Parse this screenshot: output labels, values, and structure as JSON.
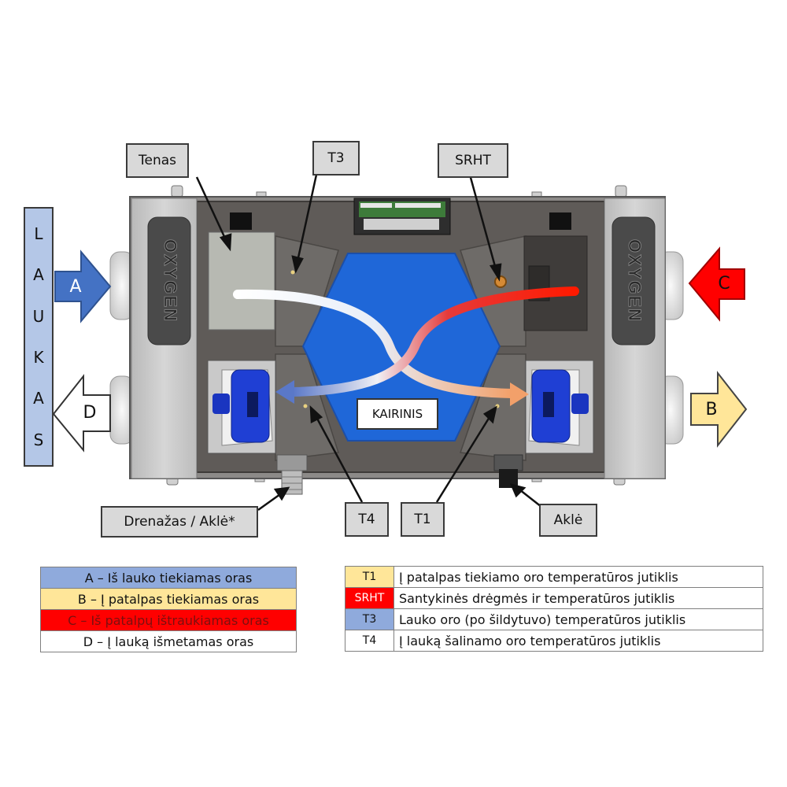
{
  "callouts": {
    "tenas": "Tenas",
    "t3": "T3",
    "srht": "SRHT",
    "drenazas": "Drenažas / Aklė*",
    "t4": "T4",
    "t1": "T1",
    "akle": "Aklė"
  },
  "laukas_letters": [
    "L",
    "A",
    "U",
    "K",
    "A",
    "S"
  ],
  "brand_text": "OXYGEN",
  "center_label": "KAIRINIS",
  "arrows": {
    "A": {
      "letter": "A",
      "color": "#4472c4"
    },
    "B": {
      "letter": "B",
      "color": "#ffe699"
    },
    "C": {
      "letter": "C",
      "color": "#ff0000"
    },
    "D": {
      "letter": "D",
      "color": "#ffffff"
    }
  },
  "air_legend": [
    {
      "text": "A – Iš lauko tiekiamas oras",
      "bg": "#8faadc",
      "color": "#111111"
    },
    {
      "text": "B – Į patalpas tiekiamas oras",
      "bg": "#ffe699",
      "color": "#111111"
    },
    {
      "text": "C – Iš patalpų ištraukiamas oras",
      "bg": "#ff0000",
      "color": "#7a1010"
    },
    {
      "text": "D – Į lauką išmetamas oras",
      "bg": "#ffffff",
      "color": "#111111"
    }
  ],
  "sensor_legend": [
    {
      "code": "T1",
      "code_bg": "#ffe699",
      "code_color": "#111111",
      "text": "Į patalpas tiekiamo oro temperatūros jutiklis"
    },
    {
      "code": "SRHT",
      "code_bg": "#ff0000",
      "code_color": "#ffffff",
      "text": "Santykinės drėgmės ir temperatūros jutiklis"
    },
    {
      "code": "T3",
      "code_bg": "#8faadc",
      "code_color": "#111111",
      "text": "Lauko oro (po šildytuvo) temperatūros jutiklis"
    },
    {
      "code": "T4",
      "code_bg": "#ffffff",
      "code_color": "#111111",
      "text": "Į lauką šalinamo oro temperatūros jutiklis"
    }
  ]
}
